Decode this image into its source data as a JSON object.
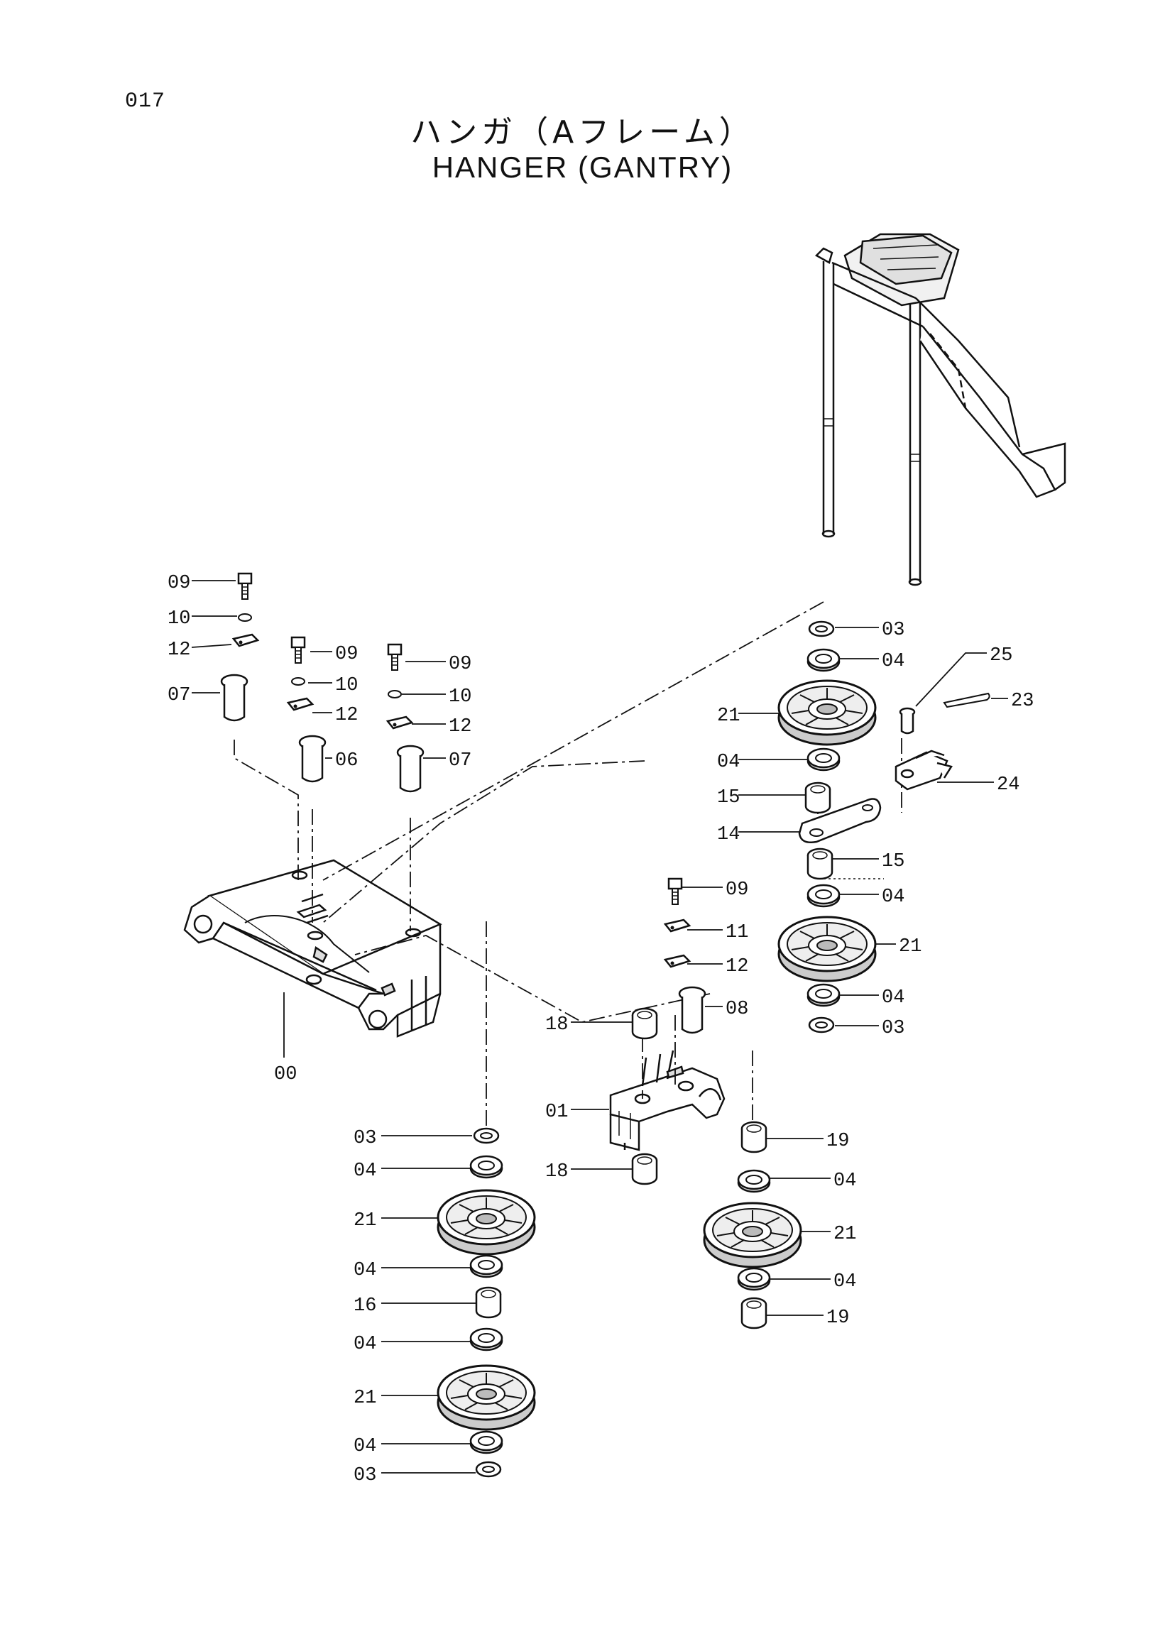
{
  "page_number": "017",
  "title_jp": "ハンガ（Aフレーム）",
  "title_en": "HANGER (GANTRY)",
  "callouts": [
    "09",
    "10",
    "12",
    "07",
    "09",
    "10",
    "12",
    "06",
    "09",
    "10",
    "12",
    "07",
    "00",
    "03",
    "04",
    "21",
    "04",
    "16",
    "04",
    "21",
    "04",
    "03",
    "03",
    "04",
    "21",
    "04",
    "15",
    "14",
    "15",
    "04",
    "21",
    "04",
    "03",
    "25",
    "23",
    "24",
    "09",
    "11",
    "12",
    "08",
    "18",
    "01",
    "18",
    "19",
    "04",
    "21",
    "04",
    "19"
  ]
}
